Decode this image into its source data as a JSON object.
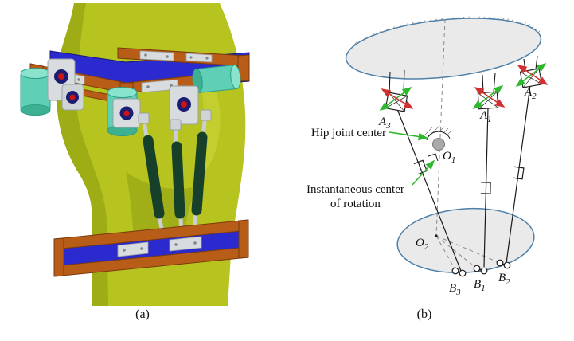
{
  "figure": {
    "panel_a": {
      "caption": "(a)"
    },
    "panel_b": {
      "caption": "(b)",
      "annotations": {
        "hip_joint_center": "Hip joint center",
        "icr_line1": "Instantaneous center",
        "icr_line2": "of rotation"
      },
      "labels": {
        "A1": {
          "base": "A",
          "sub": "1"
        },
        "A2": {
          "base": "A",
          "sub": "2"
        },
        "A3": {
          "base": "A",
          "sub": "3"
        },
        "B1": {
          "base": "B",
          "sub": "1"
        },
        "B2": {
          "base": "B",
          "sub": "2"
        },
        "B3": {
          "base": "B",
          "sub": "3"
        },
        "O1": {
          "base": "O",
          "sub": "1"
        },
        "O2": {
          "base": "O",
          "sub": "2"
        }
      }
    },
    "colors": {
      "body_green": "#b7c31e",
      "belt_blue": "#2a2ace",
      "frame_orange": "#b85d17",
      "motor_cyan": "#5fd0b5",
      "strut_green": "#17402a",
      "rod_silver": "#c9ced2",
      "bracket_grey": "#d9dcde",
      "joint_disc_navy": "#1c1c72",
      "joint_center_red": "#cc1414",
      "platform_fill": "#eaeaea",
      "platform_stroke": "#4d7fa8",
      "arrow_green": "#2db82d",
      "arrow_red": "#d03030",
      "line_black": "#1a1a1a",
      "dash_grey": "#8a8a8a",
      "icr_circle_grey": "#a9a9a9"
    }
  }
}
